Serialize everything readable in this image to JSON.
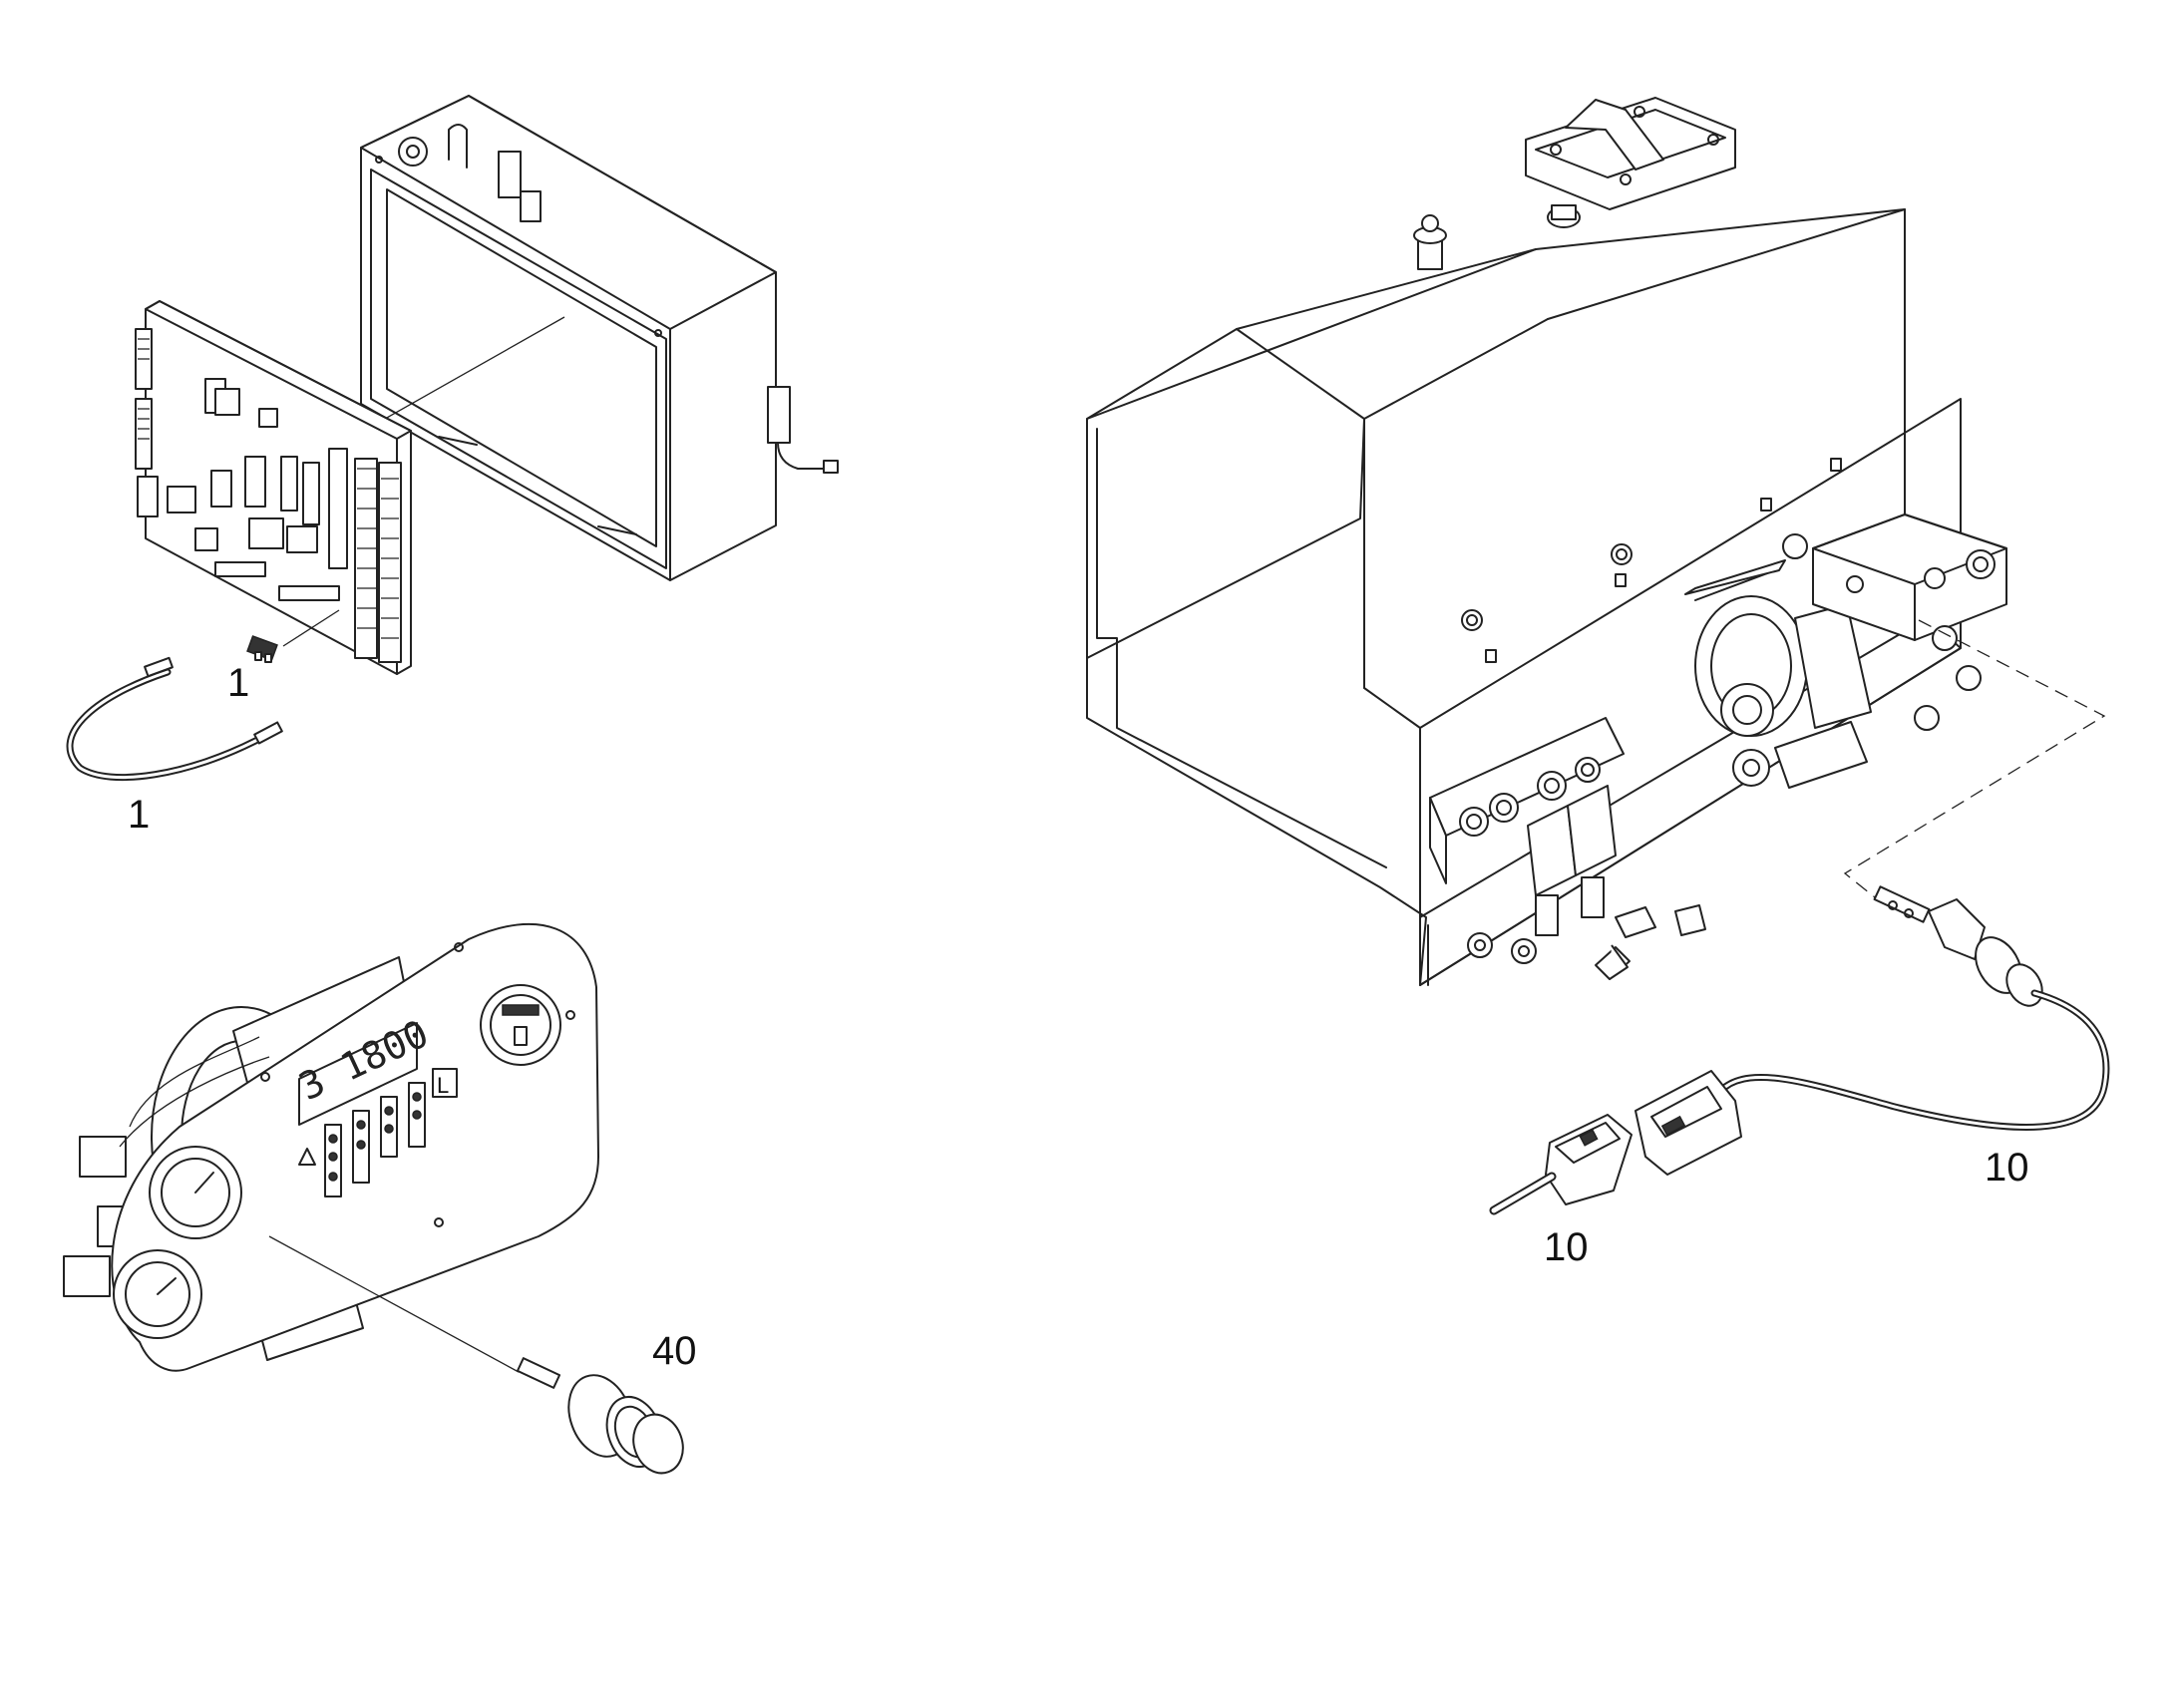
{
  "callouts": {
    "fuse_label": "1",
    "harness_label": "1",
    "button_label": "40",
    "sensor_label": "10",
    "connector_label": "10"
  },
  "panel": {
    "display_text": "3  1800",
    "display_mode": "L"
  }
}
